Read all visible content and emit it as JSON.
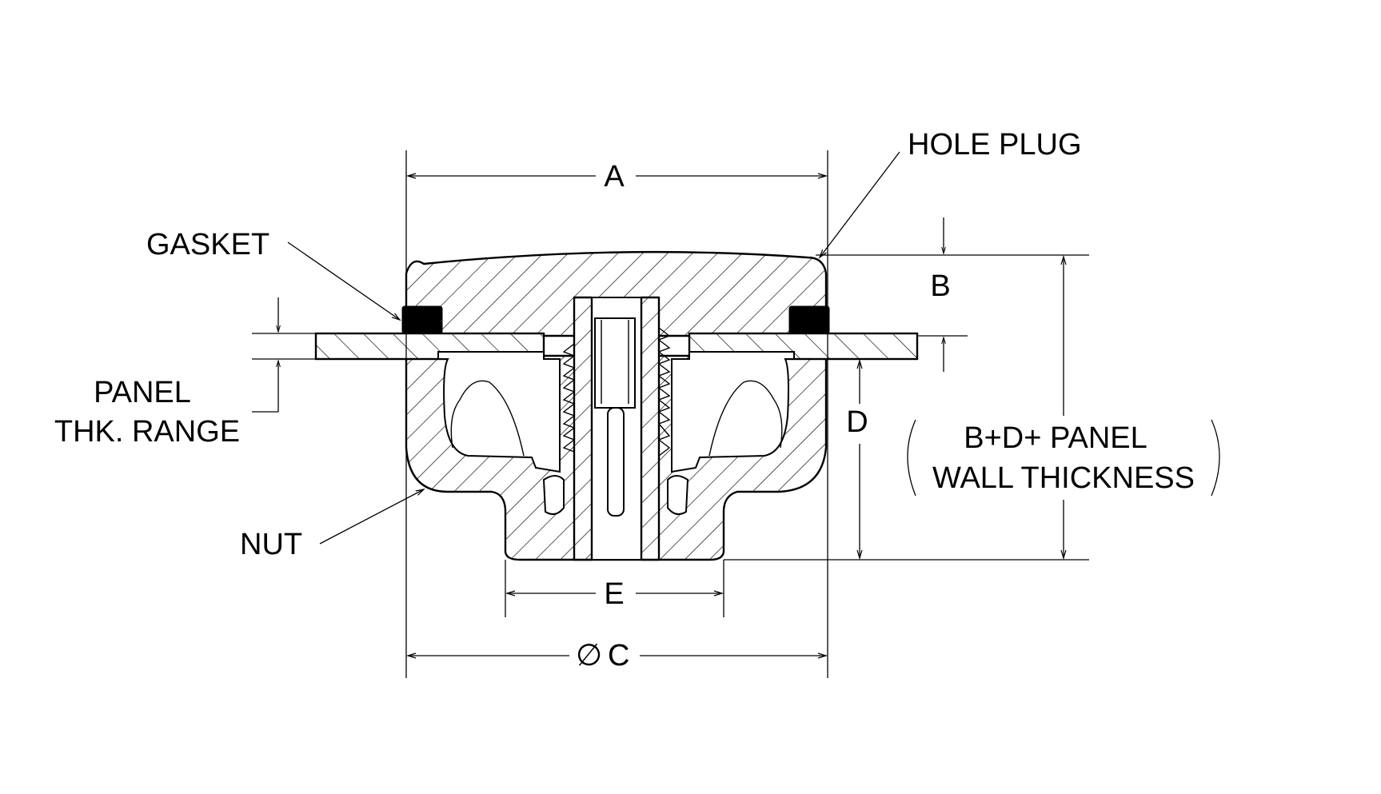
{
  "labels": {
    "hole_plug": "HOLE PLUG",
    "gasket": "GASKET",
    "panel_thk_line1": "PANEL",
    "panel_thk_line2": "THK. RANGE",
    "nut": "NUT",
    "dim_a": "A",
    "dim_b": "B",
    "dim_c": "C",
    "dim_c_symbol": "∅",
    "dim_d": "D",
    "dim_e": "E",
    "overall_line1": "B+D+ PANEL",
    "overall_line2": "WALL THICKNESS"
  },
  "colors": {
    "line": "#000000",
    "background": "#ffffff"
  }
}
